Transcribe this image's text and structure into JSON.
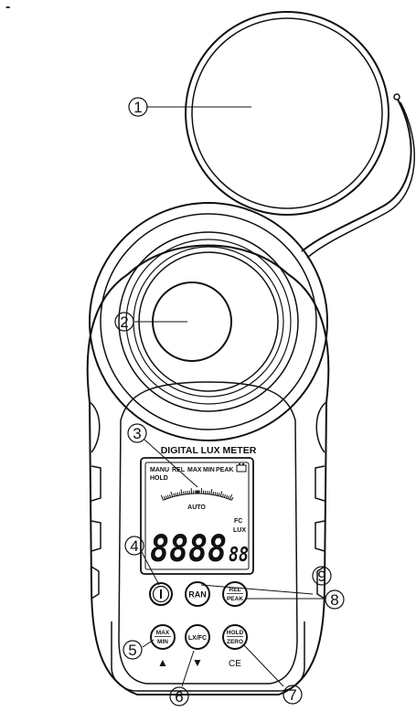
{
  "header_fragment": "-",
  "meter": {
    "title": "DIGITAL LUX METER",
    "display": {
      "indicators_top": [
        "MANU",
        "REL",
        "MAX",
        "MIN",
        "PEAK"
      ],
      "hold": "HOLD",
      "auto": "AUTO",
      "unit_fc": "FC",
      "unit_lux": "LUX",
      "main_digits": "8888",
      "small_digits": "88"
    },
    "ce_mark": "CE"
  },
  "buttons": {
    "power": {
      "icon": "power-icon"
    },
    "ran": {
      "label": "RAN"
    },
    "rel_peak": {
      "top": "REL",
      "bottom": "PEAK"
    },
    "max_min": {
      "top": "MAX",
      "bottom": "MIN"
    },
    "lx_fc": {
      "label": "LX/FC"
    },
    "hold_zero": {
      "top": "HOLD",
      "bottom": "ZERO"
    },
    "up_arrow": "▲",
    "down_arrow": "▼"
  },
  "callouts": [
    "1",
    "2",
    "3",
    "4",
    "5",
    "6",
    "7",
    "8",
    "9"
  ]
}
